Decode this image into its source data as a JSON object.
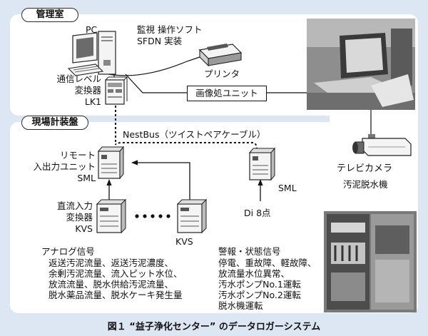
{
  "sections": {
    "control_room": "管理室",
    "field_panel": "現場計装盤"
  },
  "devices": {
    "pc": "PC",
    "software_line1": "監視 操作ソフト",
    "software_line2": "SFDN 実装",
    "printer": "プリンタ",
    "lk1_line1": "通信レベル",
    "lk1_line2": "変換器",
    "lk1_line3": "LK1",
    "image_unit": "画像処ユニット",
    "nestbus": "NestBus（ツイストペアケーブル）",
    "sml1_line1": "リモート",
    "sml1_line2": "入出力ユニット",
    "sml1_line3": "SML",
    "sml2": "SML",
    "kvs1_line1": "直流入力",
    "kvs1_line2": "変換器",
    "kvs1_line3": "KVS",
    "kvs2": "KVS",
    "di": "Di  8点",
    "camera_line1": "テレビカメラ",
    "camera_line2": "汚泥脱水機"
  },
  "analog": {
    "title": "アナログ信号",
    "lines": [
      "返送汚泥流量、返送汚泥濃度、",
      "余剰汚泥流量、流入ピット水位、",
      "放流流量、脱水供給汚泥流量、",
      "脱水薬品流量、脱水ケーキ発生量"
    ]
  },
  "alarm": {
    "title": "警報・状態信号",
    "lines": [
      "停電、重故障、軽故障、",
      "放流量水位異常、",
      "汚水ポンプNo.1運転",
      "汚水ポンプNo.2運転",
      "脱水機運転"
    ]
  },
  "caption": "図１ “益子浄化センター” のデータロガーシステム"
}
